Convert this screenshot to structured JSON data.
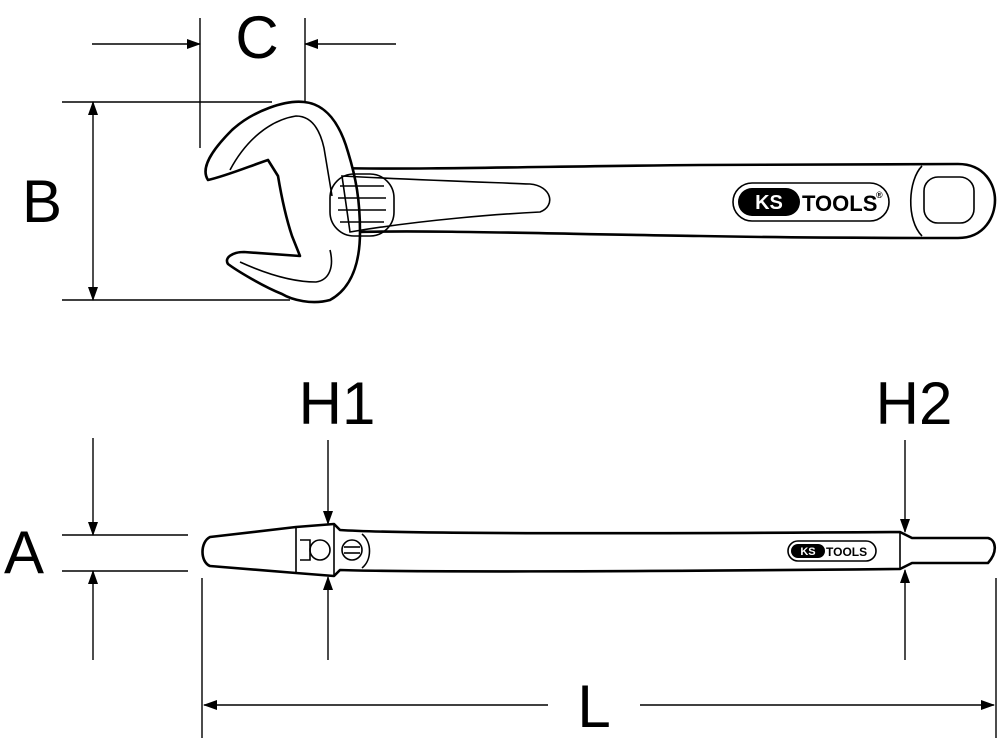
{
  "dimensions": {
    "a": "A",
    "b": "B",
    "c": "C",
    "h1": "H1",
    "h2": "H2",
    "l": "L"
  },
  "logo": {
    "ks": "KS",
    "tools": "TOOLS",
    "registered": "®"
  },
  "colors": {
    "ink": "#000000",
    "paper": "#ffffff"
  }
}
